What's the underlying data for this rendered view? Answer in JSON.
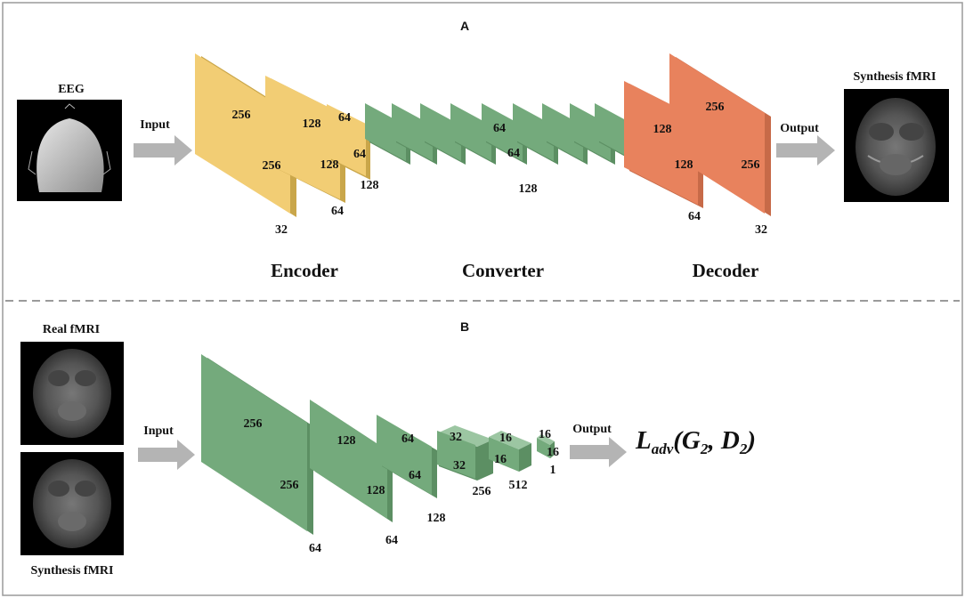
{
  "panel_a": {
    "letter": "A",
    "eeg_label": "EEG",
    "input_label": "Input",
    "output_label": "Output",
    "synthesis_label": "Synthesis fMRI",
    "encoder_label": "Encoder",
    "converter_label": "Converter",
    "decoder_label": "Decoder",
    "encoder_dims": [
      "256",
      "256",
      "32",
      "128",
      "128",
      "64",
      "64",
      "64",
      "128"
    ],
    "converter_dims": [
      "64",
      "64",
      "128"
    ],
    "decoder_dims": [
      "128",
      "128",
      "64",
      "256",
      "256",
      "32"
    ]
  },
  "panel_b": {
    "letter": "B",
    "real_label": "Real fMRI",
    "synthesis_label": "Synthesis fMRI",
    "input_label": "Input",
    "output_label": "Output",
    "loss": {
      "L": "L",
      "sub": "adv",
      "args": "(G",
      "g_sub": "2",
      "comma": ", D",
      "d_sub": "2",
      "close": ")"
    },
    "dims": [
      "256",
      "256",
      "64",
      "128",
      "128",
      "64",
      "64",
      "64",
      "128",
      "32",
      "32",
      "256",
      "16",
      "16",
      "512",
      "16",
      "16",
      "1"
    ]
  },
  "colors": {
    "encoder": "#f2cd74",
    "converter": "#74aa7c",
    "decoder": "#e8825d",
    "arrow": "#b4b4b4",
    "border": "#9a9a9a",
    "divider": "#9a9a9a"
  }
}
